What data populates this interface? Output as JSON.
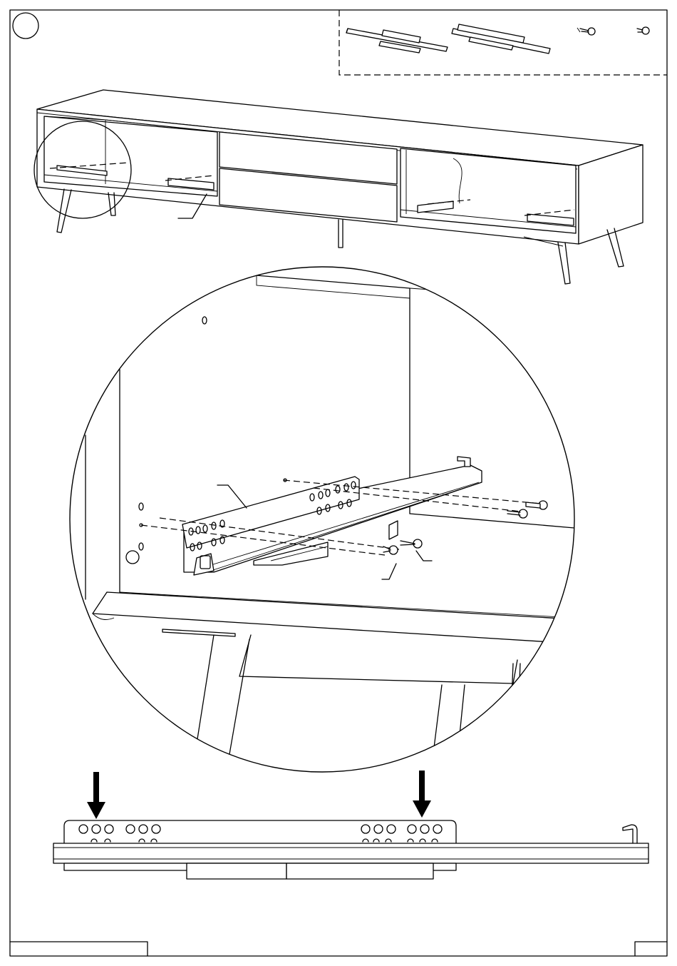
{
  "page": {
    "step_number": "",
    "footer_left": "",
    "footer_right": ""
  },
  "parts_box": {
    "items": [
      "drawer-runner-left",
      "drawer-runner-right",
      "wood-screw",
      "euro-screw"
    ]
  },
  "callouts": {
    "runner": "",
    "screw_a": "",
    "screw_b": "",
    "cabinet_runner": ""
  },
  "icons": {
    "arrow_left": "down-arrow-icon",
    "arrow_right": "down-arrow-icon"
  }
}
